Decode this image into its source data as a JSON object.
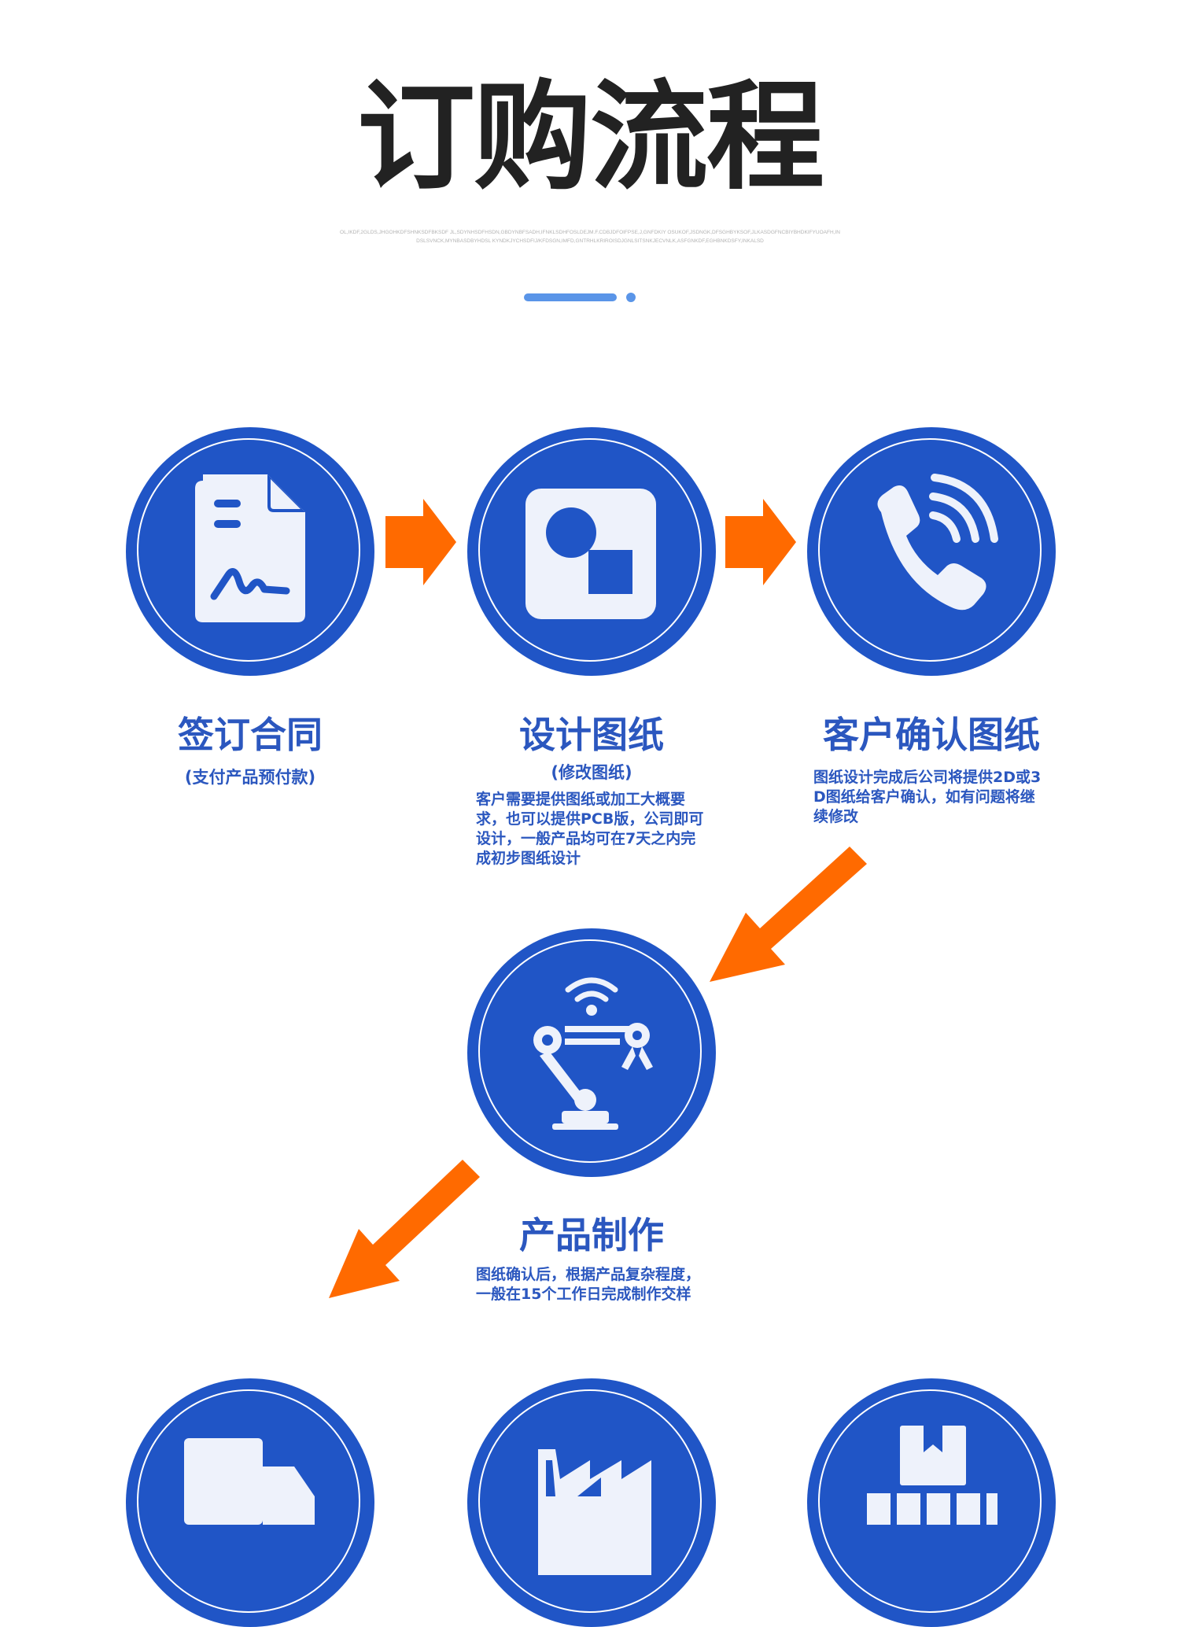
{
  "header": {
    "title": "订购流程",
    "subtext": "OL,IKDF,2GLDS,JHGOHKDFSHNKSDFBKSDF JL,SDYNHSDFHSDN,GBDYNBFSADH,IFNKLSDHFOSLDEJM.F.CDBJDFOIFPSE,J,GNFDKIY OSUKOF,JSDNGK,DFSGHBYKSOF,JLKASDGFNCBIYBHDKIFYUOAFH,INDSLSVNCK,MYNBASDBYHDSL KYNDKJYCHSDFIJ/KFDSGN,IMFD,GNTRHLKRIROISDJGNLSITSNKJECVNLK,ASFGNKDF,EGHBNKDSFY,INKALSD"
  },
  "colors": {
    "primary_blue": "#2055c6",
    "text_blue": "#2b57bf",
    "arrow_orange": "#ff6a00",
    "accent_light_blue": "#5a95e8"
  },
  "steps": [
    {
      "icon": "contract-document-icon",
      "title": "签订合同",
      "subtitle": "(支付产品预付款)",
      "description": ""
    },
    {
      "icon": "design-shapes-icon",
      "title": "设计图纸",
      "subtitle": "(修改图纸)",
      "description": "客户需要提供图纸或加工大概要求，也可以提供PCB版，公司即可设计，一般产品均可在7天之内完成初步图纸设计"
    },
    {
      "icon": "phone-call-icon",
      "title": "客户确认图纸",
      "subtitle": "",
      "description": "图纸设计完成后公司将提供2D或3D图纸给客户确认，如有问题将继续修改"
    },
    {
      "icon": "robot-arm-icon",
      "title": "产品制作",
      "subtitle": "",
      "description": "图纸确认后，根据产品复杂程度，一般在15个工作日完成制作交样"
    },
    {
      "icon": "delivery-truck-icon",
      "title": "",
      "subtitle": "",
      "description": ""
    },
    {
      "icon": "factory-icon",
      "title": "",
      "subtitle": "",
      "description": ""
    },
    {
      "icon": "warehouse-boxes-icon",
      "title": "",
      "subtitle": "",
      "description": ""
    }
  ]
}
